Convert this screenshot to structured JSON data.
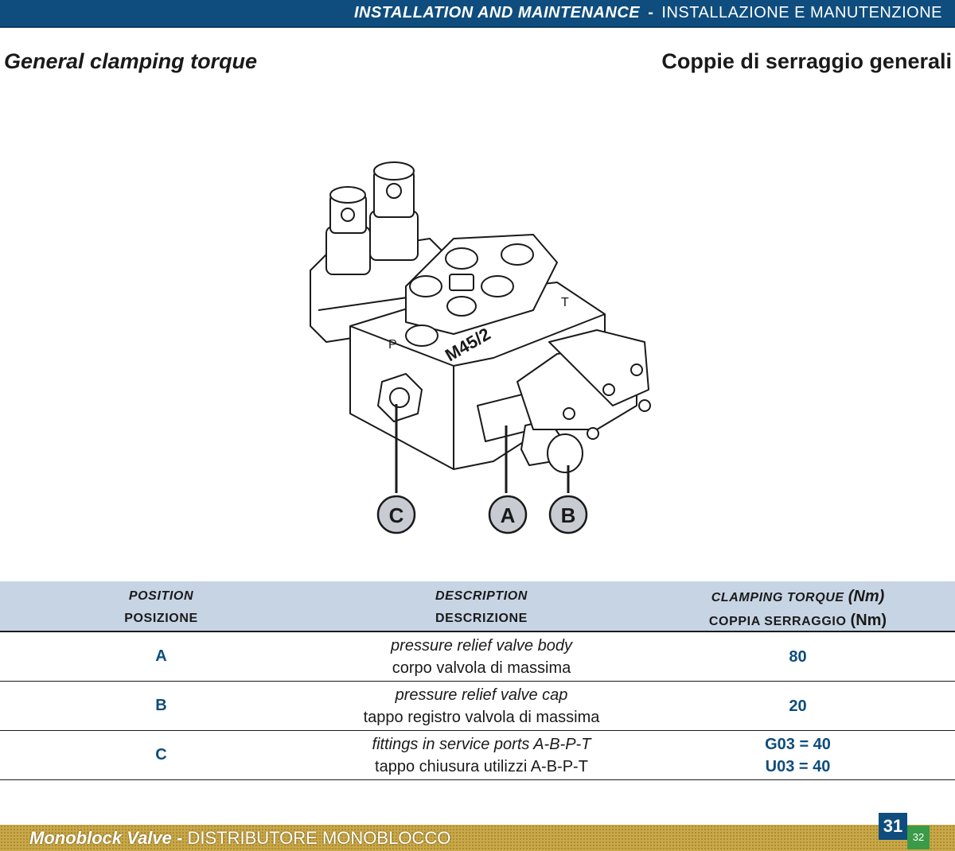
{
  "header": {
    "section_en": "INSTALLATION AND MAINTENANCE",
    "separator": "-",
    "section_it": "INSTALLAZIONE E MANUTENZIONE"
  },
  "title": {
    "en": "General clamping torque",
    "it": "Coppie di serraggio generali"
  },
  "figure": {
    "body_marking": "M45/2",
    "port_p": "P",
    "port_t": "T",
    "callouts": [
      "C",
      "A",
      "B"
    ]
  },
  "table": {
    "headers": {
      "position_en": "POSITION",
      "position_it": "POSIZIONE",
      "description_en": "DESCRIPTION",
      "description_it": "DESCRIZIONE",
      "torque_en": "CLAMPING TORQUE",
      "torque_it": "COPPIA SERRAGGIO",
      "unit": "(Nm)"
    },
    "rows": [
      {
        "position": "A",
        "desc_en": "pressure relief valve body",
        "desc_it": "corpo valvola di massima",
        "torque": [
          "80"
        ]
      },
      {
        "position": "B",
        "desc_en": "pressure relief valve cap",
        "desc_it": "tappo registro valvola di massima",
        "torque": [
          "20"
        ]
      },
      {
        "position": "C",
        "desc_en": "fittings in service ports A-B-P-T",
        "desc_it": "tappo chiusura utilizzi A-B-P-T",
        "torque": [
          "G03 = 40",
          "U03 = 40"
        ]
      }
    ]
  },
  "footer": {
    "title_en": "Monoblock Valve",
    "separator": "-",
    "title_it": "DISTRIBUTORE MONOBLOCCO",
    "page": "31",
    "next_page": "32"
  },
  "colors": {
    "header_blue": "#0e4d7d",
    "table_header_bg": "#c7d4e4",
    "footer_gold": "#c9a84a",
    "page_green": "#3a9a48"
  }
}
